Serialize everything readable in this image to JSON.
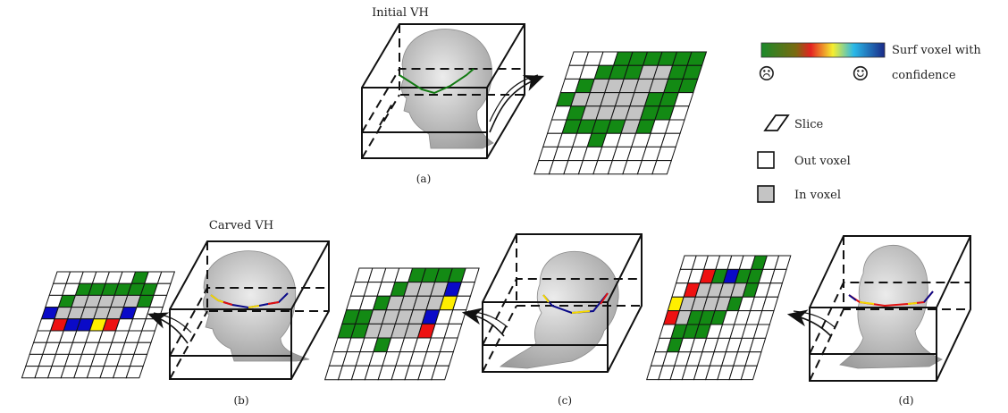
{
  "labels": {
    "top_title": "Initial VH",
    "bottom_title": "Carved VH",
    "panel_a": "(a)",
    "panel_b": "(b)",
    "panel_c": "(c)",
    "panel_d": "(d)"
  },
  "legend": {
    "colorbar_line1": "Surf voxel with",
    "colorbar_line2": "confidence",
    "low_face": "☹",
    "high_face": "☺",
    "slice": "Slice",
    "out_voxel": "Out voxel",
    "in_voxel": "In voxel",
    "colorbar_colors": [
      "#1a8a2a",
      "#e42222",
      "#f5ee30",
      "#2ab8e8",
      "#1a2a88"
    ]
  },
  "colors": {
    "green": "#138a14",
    "gray": "#c4c4c4",
    "red": "#ee1111",
    "yellow": "#ffee00",
    "blue": "#0a0ac8",
    "white": "#ffffff"
  },
  "grids": {
    "a": [
      "...GGGGGG",
      "..GGGSSGG",
      ".GSSSSSGG",
      "GSSSSSGG.",
      ".GSSSSGG.",
      ".GGGGSG..",
      "...G.....",
      ".........",
      "........."
    ],
    "b": [
      "......G..",
      "..GGGGGG.",
      ".GSSSSSG.",
      "BSSSSSB..",
      ".RBBYR...",
      ".........",
      ".........",
      ".........",
      "........."
    ],
    "c": [
      "....GGGG.",
      "...GSSSB.",
      "..GSSSSY.",
      "GGSSSSB..",
      "GGSSSSR..",
      "...G.....",
      ".........",
      "........."
    ],
    "d": [
      "......G..",
      "..RGBGG..",
      ".RSSSSG..",
      "YSSSSG...",
      "RSGGG....",
      ".GGG.....",
      ".G.......",
      ".........",
      "........."
    ]
  }
}
